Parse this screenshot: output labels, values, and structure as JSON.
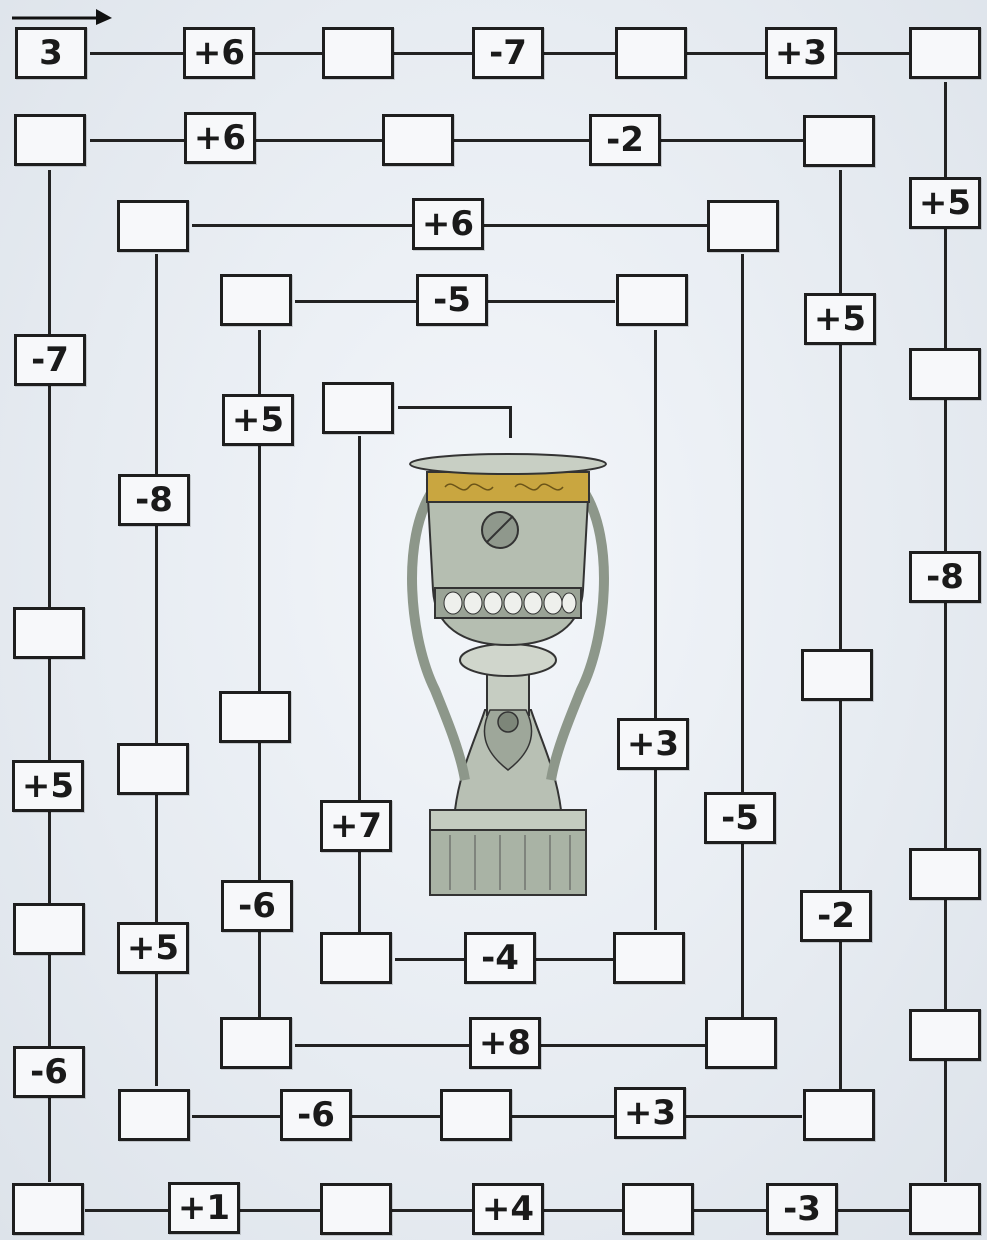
{
  "puzzle": {
    "start_value": "3",
    "cells": [
      "3",
      "+6",
      "",
      "-7",
      "",
      "+3",
      "",
      "",
      "+6",
      "",
      "-2",
      "",
      "",
      "+6",
      "",
      "",
      "-5",
      "",
      "",
      "+5",
      "-7",
      "+5",
      "-8",
      "+5",
      "-8",
      "",
      "",
      "",
      "",
      "",
      "",
      "",
      "",
      "+3",
      "-5",
      "+7",
      "-6",
      "-4",
      "-2",
      "+5",
      "-6",
      "+5",
      "",
      "",
      "",
      "",
      "",
      "",
      "+8",
      "-6",
      "+3",
      "",
      "+1",
      "",
      "+4",
      "",
      "-3",
      ""
    ]
  },
  "trophy": {
    "icon": "gagarin-cup-trophy-icon"
  },
  "start_arrow": {
    "icon": "right-arrow-icon"
  },
  "colors": {
    "line": "#222222",
    "box_border": "#1e1e1e",
    "box_fill": "#f7f8fa",
    "trophy_gold": "#c9a640",
    "trophy_silver": "#b9c1b5"
  }
}
